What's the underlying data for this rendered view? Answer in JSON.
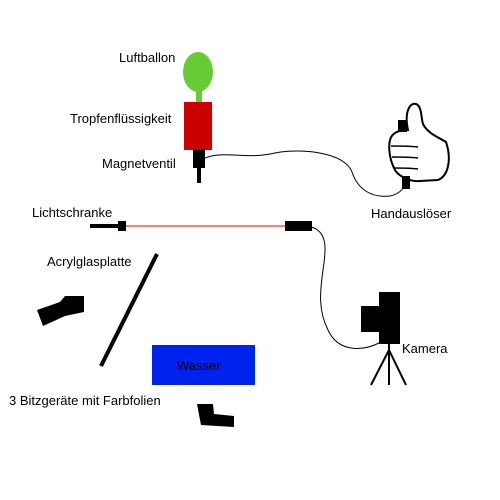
{
  "labels": {
    "balloon": "Luftballon",
    "liquid": "Tropfenflüssigkeit",
    "valve": "Magnetventil",
    "release": "Handauslöser",
    "light_barrier": "Lichtschranke",
    "acrylic": "Acrylglasplatte",
    "camera": "Kamera",
    "water": "Wasser",
    "flashes": "3 Bitzgeräte mit Farbfolien"
  },
  "colors": {
    "balloon": "#66cc33",
    "liquid": "#cc0000",
    "water": "#0022ee",
    "laser": "#ff3333",
    "ink": "#000000"
  },
  "icons": {
    "release": "thumbs-up-hand-icon",
    "camera": "camera-on-tripod-icon",
    "flash": "flash-unit-icon"
  }
}
